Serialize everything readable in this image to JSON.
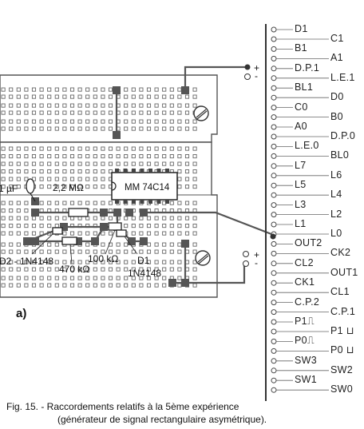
{
  "figure": {
    "panel_label": "a)",
    "caption_line1": "Fig. 15. - Raccordements relatifs à la 5ème expérience",
    "caption_line2": "(générateur de signal rectangulaire asymétrique)."
  },
  "ic": {
    "label": "MM 74C14"
  },
  "components": {
    "capacitor": "1 µF",
    "r_22m": "2,2 MΩ",
    "r_100k": "100 kΩ",
    "r_470k": "470 kΩ",
    "d2": "D2 - 1N4148",
    "d1_name": "D1",
    "d1_type": "1N4148"
  },
  "power": {
    "plus": "+",
    "minus": "-"
  },
  "connector": {
    "left_pins": [
      "D1",
      "B1",
      "D.P.1",
      "BL1",
      "C0",
      "A0",
      "L.E.0",
      "L7",
      "L5",
      "L3",
      "L1",
      "OUT2",
      "CL2",
      "CK1",
      "C.P.2",
      "P1⎍",
      "P0⎍",
      "SW3",
      "SW1"
    ],
    "right_pins": [
      "C1",
      "A1",
      "L.E.1",
      "D0",
      "B0",
      "D.P.0",
      "BL0",
      "L6",
      "L4",
      "L2",
      "L0",
      "CK2",
      "OUT1",
      "CL1",
      "C.P.1",
      "P1 ⊔",
      "P0 ⊔",
      "SW2",
      "SW0"
    ]
  }
}
